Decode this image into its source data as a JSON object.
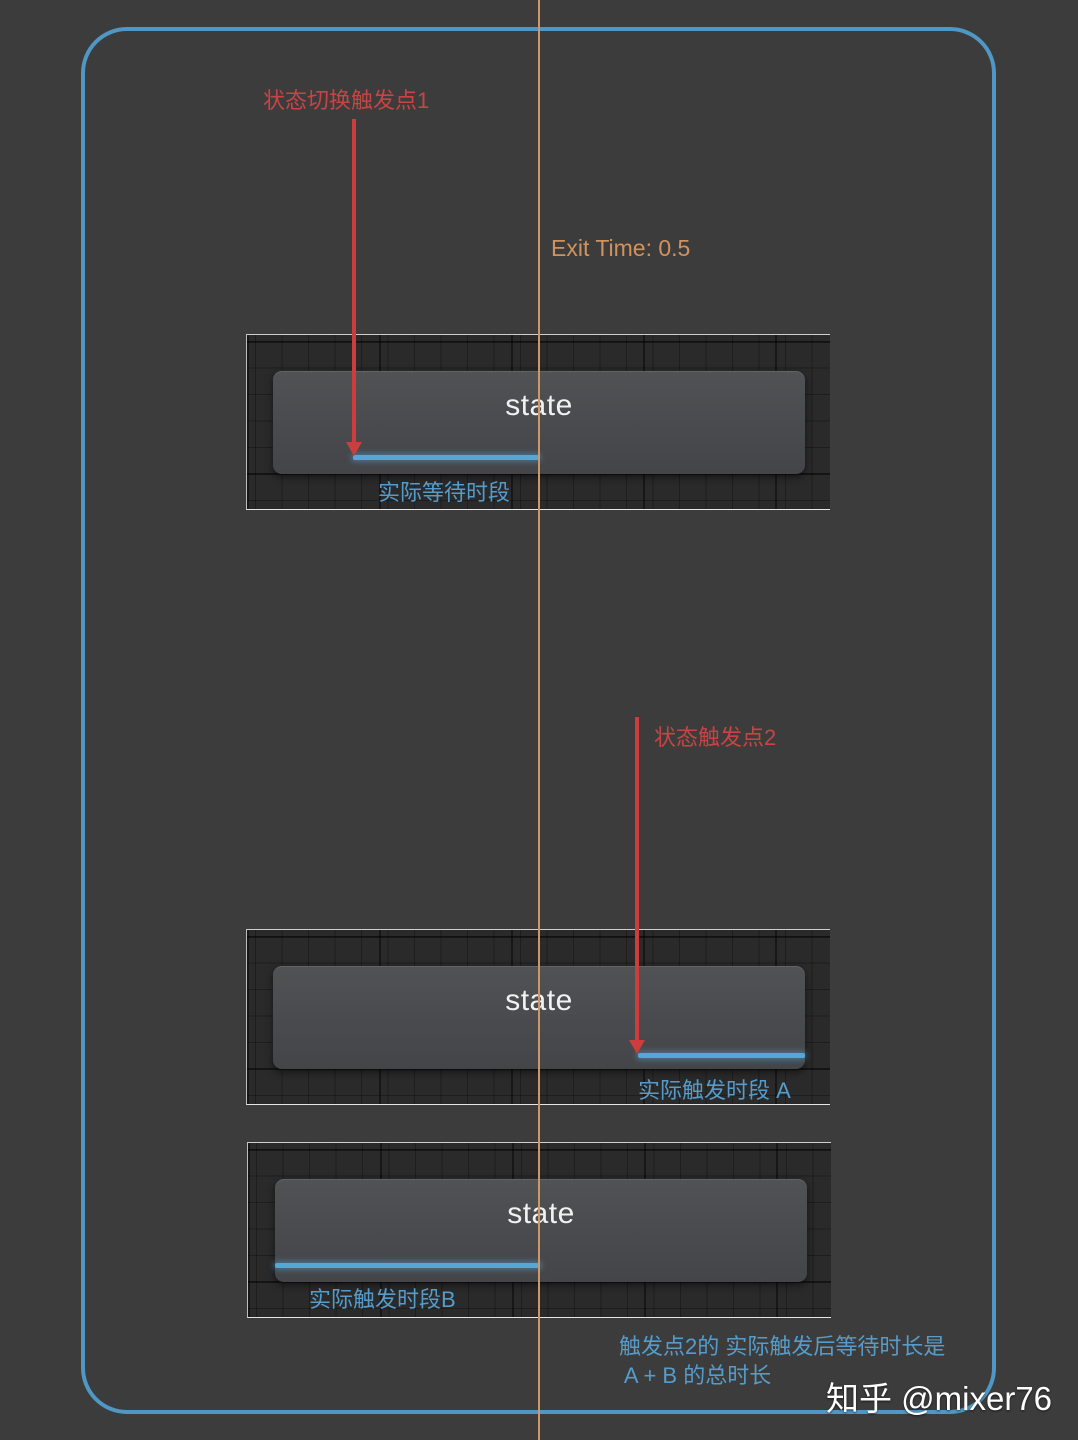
{
  "diagram": {
    "exit_time_label": "Exit Time: 0.5",
    "colors": {
      "background": "#3c3c3c",
      "frame": "#4f97c5",
      "exit_line": "#d09666",
      "arrow": "#cc3d3d",
      "progress": "#56a7d6",
      "annotation_red": "#c84444",
      "annotation_blue": "#569ccb"
    },
    "annotations": {
      "trigger1": "状态切换触发点1",
      "trigger2": "状态触发点2"
    },
    "panels": [
      {
        "node_label": "state",
        "caption": "实际等待时段"
      },
      {
        "node_label": "state",
        "caption": "实际触发时段 A"
      },
      {
        "node_label": "state",
        "caption": "实际触发时段B"
      }
    ],
    "note": {
      "line1": "触发点2的 实际触发后等待时长是",
      "line2": " A + B 的总时长"
    },
    "watermark": "知乎 @mixer76"
  }
}
